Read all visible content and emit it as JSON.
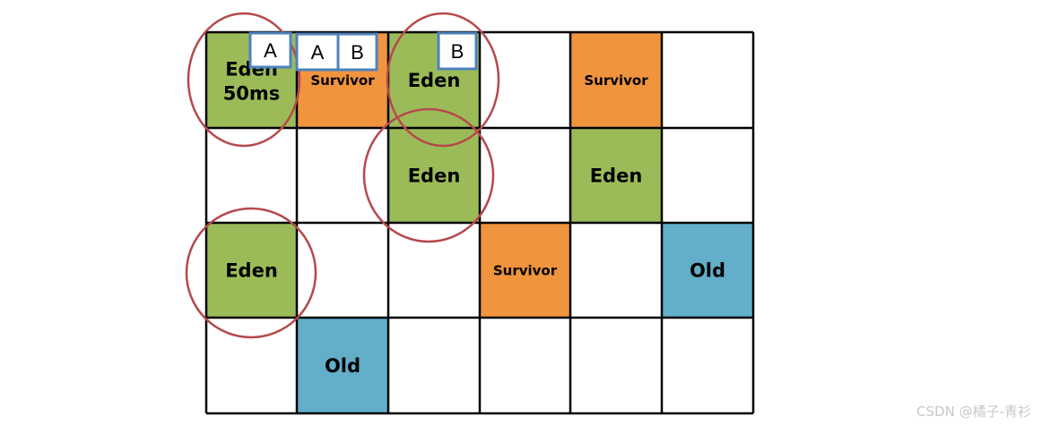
{
  "colors": {
    "eden": "#9bbb59",
    "survivor": "#f0943e",
    "old": "#63aec9",
    "grid": "#000000",
    "circle": "#b5494b",
    "object_box": "#4f81bd"
  },
  "regions": [
    {
      "row": 0,
      "col": 0,
      "type": "eden",
      "label": "Eden",
      "sublabel": "50ms"
    },
    {
      "row": 0,
      "col": 1,
      "type": "survivor",
      "label": "Survivor"
    },
    {
      "row": 0,
      "col": 2,
      "type": "eden",
      "label": "Eden"
    },
    {
      "row": 0,
      "col": 4,
      "type": "survivor",
      "label": "Survivor"
    },
    {
      "row": 1,
      "col": 2,
      "type": "eden",
      "label": "Eden"
    },
    {
      "row": 1,
      "col": 4,
      "type": "eden",
      "label": "Eden"
    },
    {
      "row": 2,
      "col": 0,
      "type": "eden",
      "label": "Eden"
    },
    {
      "row": 2,
      "col": 3,
      "type": "survivor",
      "label": "Survivor"
    },
    {
      "row": 2,
      "col": 5,
      "type": "old",
      "label": "Old"
    },
    {
      "row": 3,
      "col": 1,
      "type": "old",
      "label": "Old"
    }
  ],
  "objects": [
    "A",
    "A",
    "B",
    "B"
  ],
  "watermark": "CSDN @橘子-青衫"
}
